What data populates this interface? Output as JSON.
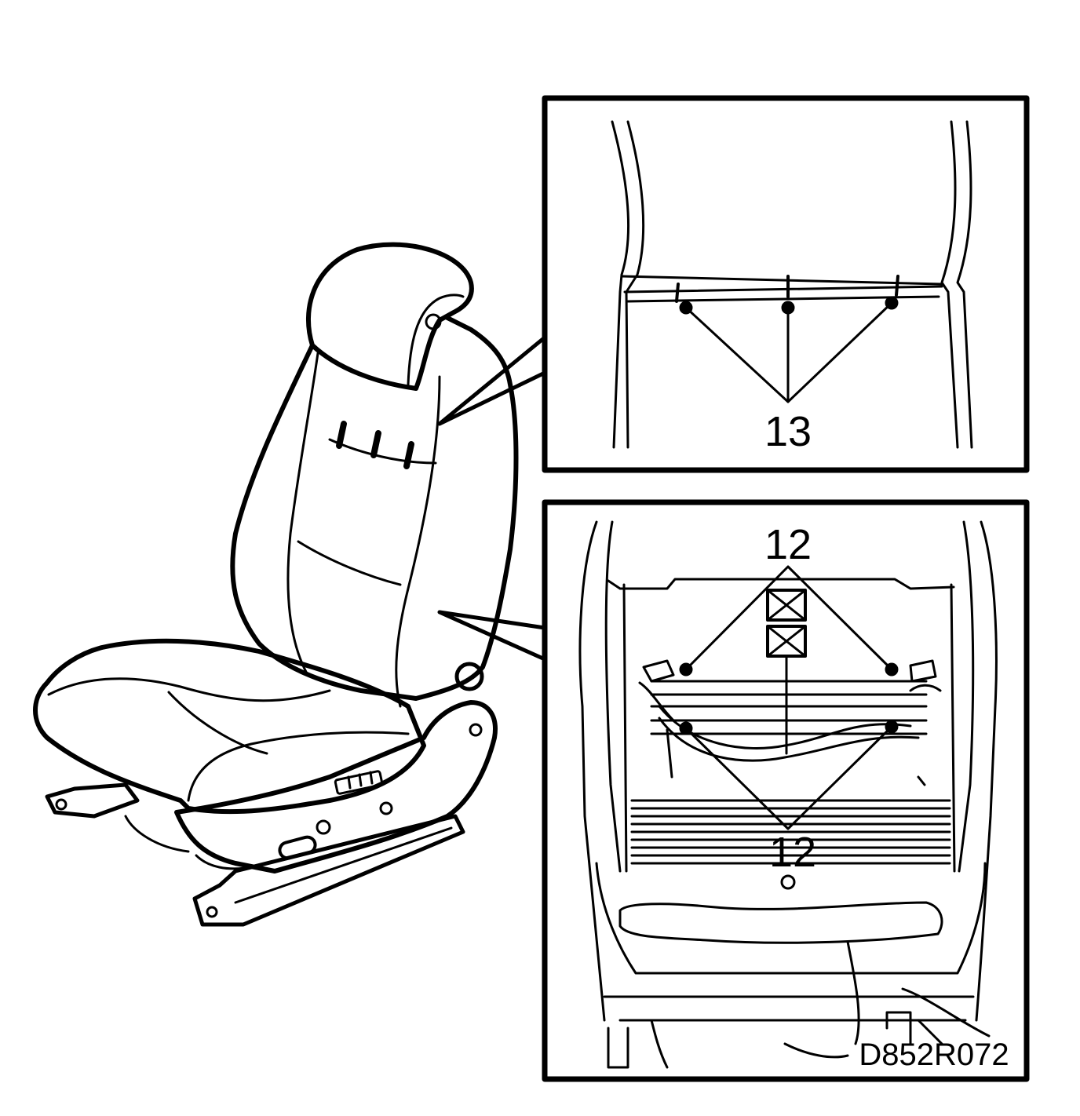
{
  "diagram": {
    "callouts": {
      "upper_detail": "13",
      "lower_detail_top": "12",
      "lower_detail_bottom": "12"
    },
    "figure_code": "D852R072"
  },
  "colors": {
    "line": "#000000",
    "background": "#ffffff"
  }
}
